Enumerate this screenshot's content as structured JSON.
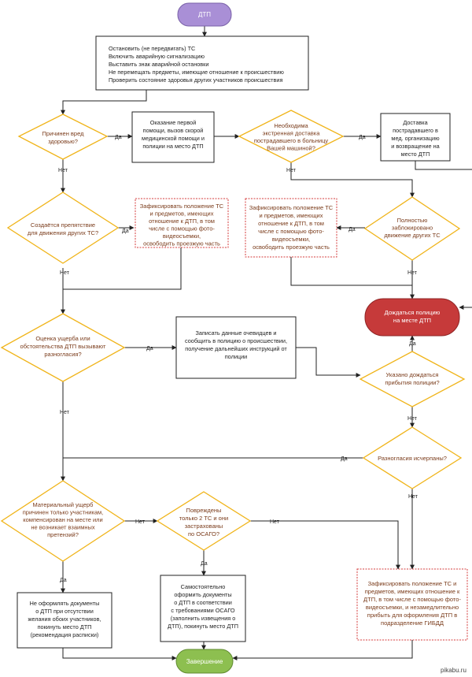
{
  "start_label": "ДТП",
  "end_label": "Завершение",
  "wait_police_label": [
    "Дождаться полицию",
    "на месте ДТП"
  ],
  "first_steps": [
    "Остановить (не передвигать) ТС",
    "Включить аварийную сигнализацию",
    "Выставить знак аварийной остановки",
    "Не перемещать предметы, имеющие отношение к происшествию",
    "Проверить состояние здоровья других участников происшествия"
  ],
  "q_harm": [
    "Причинен вред",
    "здоровью?"
  ],
  "first_aid": [
    "Оказание первой",
    "помощи, вызов скорой",
    "медицинской помощи и",
    "полиции на место ДТП"
  ],
  "q_emergency": [
    "Необходима",
    "экстренная доставка",
    "пострадавшего в больницу",
    "Вашей машиной?"
  ],
  "delivery": [
    "Доставка",
    "пострадавшего в",
    "мед. организацию",
    "и возвращение на",
    "место ДТП"
  ],
  "q_obstacle": [
    "Создаётся препятствие",
    "для движения других ТС?"
  ],
  "record_left": [
    "Зафиксировать положение ТС",
    "и предметов, имеющих",
    "отношение к ДТП, в том",
    "числе с помощью фото-",
    "видеосъемки,",
    "освободить проезжую часть"
  ],
  "record_mid": [
    "Зафиксировать положение ТС",
    "и предметов, имеющих",
    "отношение к ДТП, в том",
    "числе с помощью фото-",
    "видеосъемки,",
    "освободить проезжую часть"
  ],
  "q_blocked": [
    "Полностью",
    "заблокировано",
    "движение других ТС"
  ],
  "q_dispute": [
    "Оценка ущерба или",
    "обстоятельства ДТП вызывают",
    "разногласия?"
  ],
  "witness": [
    "Записать данные очевидцев и",
    "сообщить в полицию о происшествии,",
    "получение дальнейших инструкций от",
    "полиции"
  ],
  "q_wait": [
    "Указано дождаться",
    "прибытия полиции?"
  ],
  "q_resolved": "Разногласия исчерпаны?",
  "q_material": [
    "Материальный ущерб",
    "причинен только участникам,",
    "компенсирован на месте или",
    "не возникает взаимных",
    "претензий?"
  ],
  "q_insured": [
    "Повреждены",
    "только 2 ТС и они",
    "застрахованы",
    "по ОСАГО?"
  ],
  "leave": [
    "Не оформлять документы",
    "о ДТП при отсутствии",
    "желания обоих участников,",
    "покинуть место ДТП",
    "(рекомендация расписки)"
  ],
  "self_docs": [
    "Самостоятельно",
    "оформить документы",
    "о ДТП в соответствии",
    "с требованиями ОСАГО",
    "(заполнить извещения о",
    "ДТП), покинуть место ДТП"
  ],
  "record_final": [
    "Зафиксировать положение ТС и",
    "предметов, имеющих отношение к",
    "ДТП, в том числе с помощью фото-",
    "видеосъемки, и незамедлительно",
    "прибыть для оформления  ДТП в",
    "подразделение ГИБДД"
  ],
  "yes": "Да",
  "no": "Нет",
  "watermark": "pikabu.ru",
  "colors": {
    "start": "#a98fd6",
    "end": "#8dbf50",
    "police": "#c63a3a",
    "diamond": "#f0b419",
    "dashed": "#d43c3c"
  }
}
